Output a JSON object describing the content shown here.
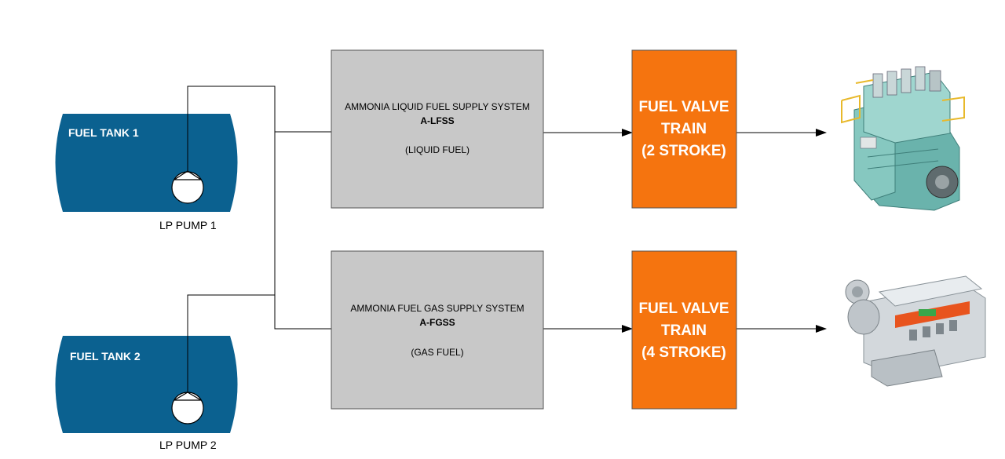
{
  "tanks": [
    {
      "label": "FUEL TANK 1",
      "pump_label": "LP PUMP 1"
    },
    {
      "label": "FUEL TANK 2",
      "pump_label": "LP PUMP 2"
    }
  ],
  "supply_systems": [
    {
      "name": "AMMONIA LIQUID FUEL SUPPLY SYSTEM",
      "abbr": "A-LFSS",
      "fuel_type": "(LIQUID FUEL)"
    },
    {
      "name": "AMMONIA FUEL GAS SUPPLY SYSTEM",
      "abbr": "A-FGSS",
      "fuel_type": "(GAS FUEL)"
    }
  ],
  "valve_trains": [
    {
      "line1": "FUEL VALVE",
      "line2": "TRAIN",
      "line3": "(2 STROKE)"
    },
    {
      "line1": "FUEL VALVE",
      "line2": "TRAIN",
      "line3": "(4 STROKE)"
    }
  ],
  "engines": [
    {
      "icon": "two-stroke-engine-icon"
    },
    {
      "icon": "four-stroke-engine-icon"
    }
  ],
  "colors": {
    "tank": "#0b6190",
    "supply_box": "#c8c8c8",
    "valve_train": "#f5740f",
    "line": "#000000"
  }
}
